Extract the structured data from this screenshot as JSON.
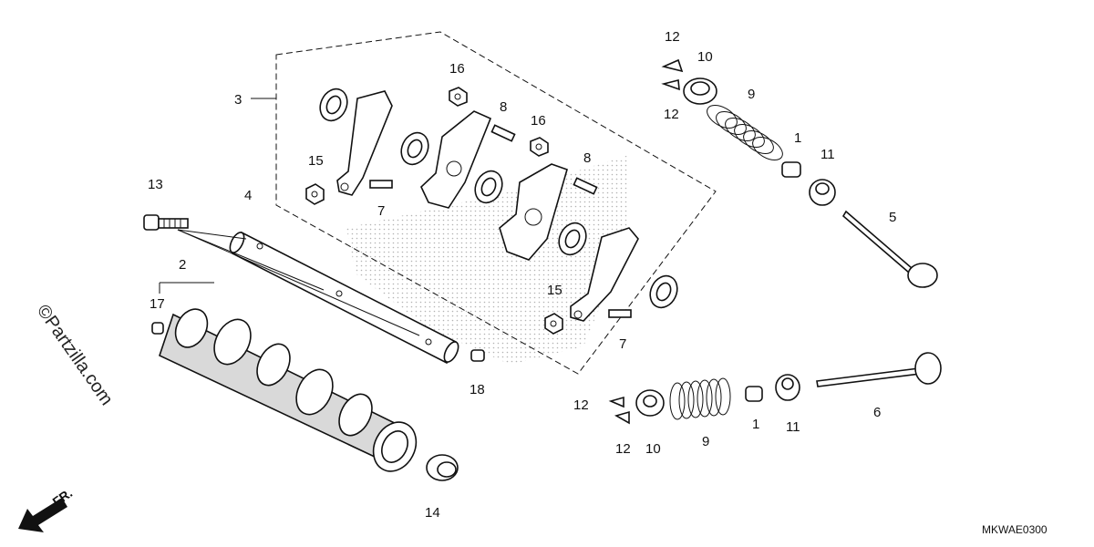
{
  "diagram": {
    "callouts": {
      "c1a": "1",
      "c1b": "1",
      "c2": "2",
      "c3": "3",
      "c4": "4",
      "c5": "5",
      "c6": "6",
      "c7a": "7",
      "c7b": "7",
      "c8a": "8",
      "c8b": "8",
      "c9a": "9",
      "c9b": "9",
      "c10a": "10",
      "c10b": "10",
      "c11a": "11",
      "c11b": "11",
      "c12a": "12",
      "c12b": "12",
      "c12c": "12",
      "c12d": "12",
      "c13": "13",
      "c14": "14",
      "c15a": "15",
      "c15b": "15",
      "c16a": "16",
      "c16b": "16",
      "c17": "17",
      "c18": "18"
    },
    "watermark": "©Partzilla.com",
    "direction_label": "FR.",
    "diagram_code": "MKWAE0300"
  }
}
